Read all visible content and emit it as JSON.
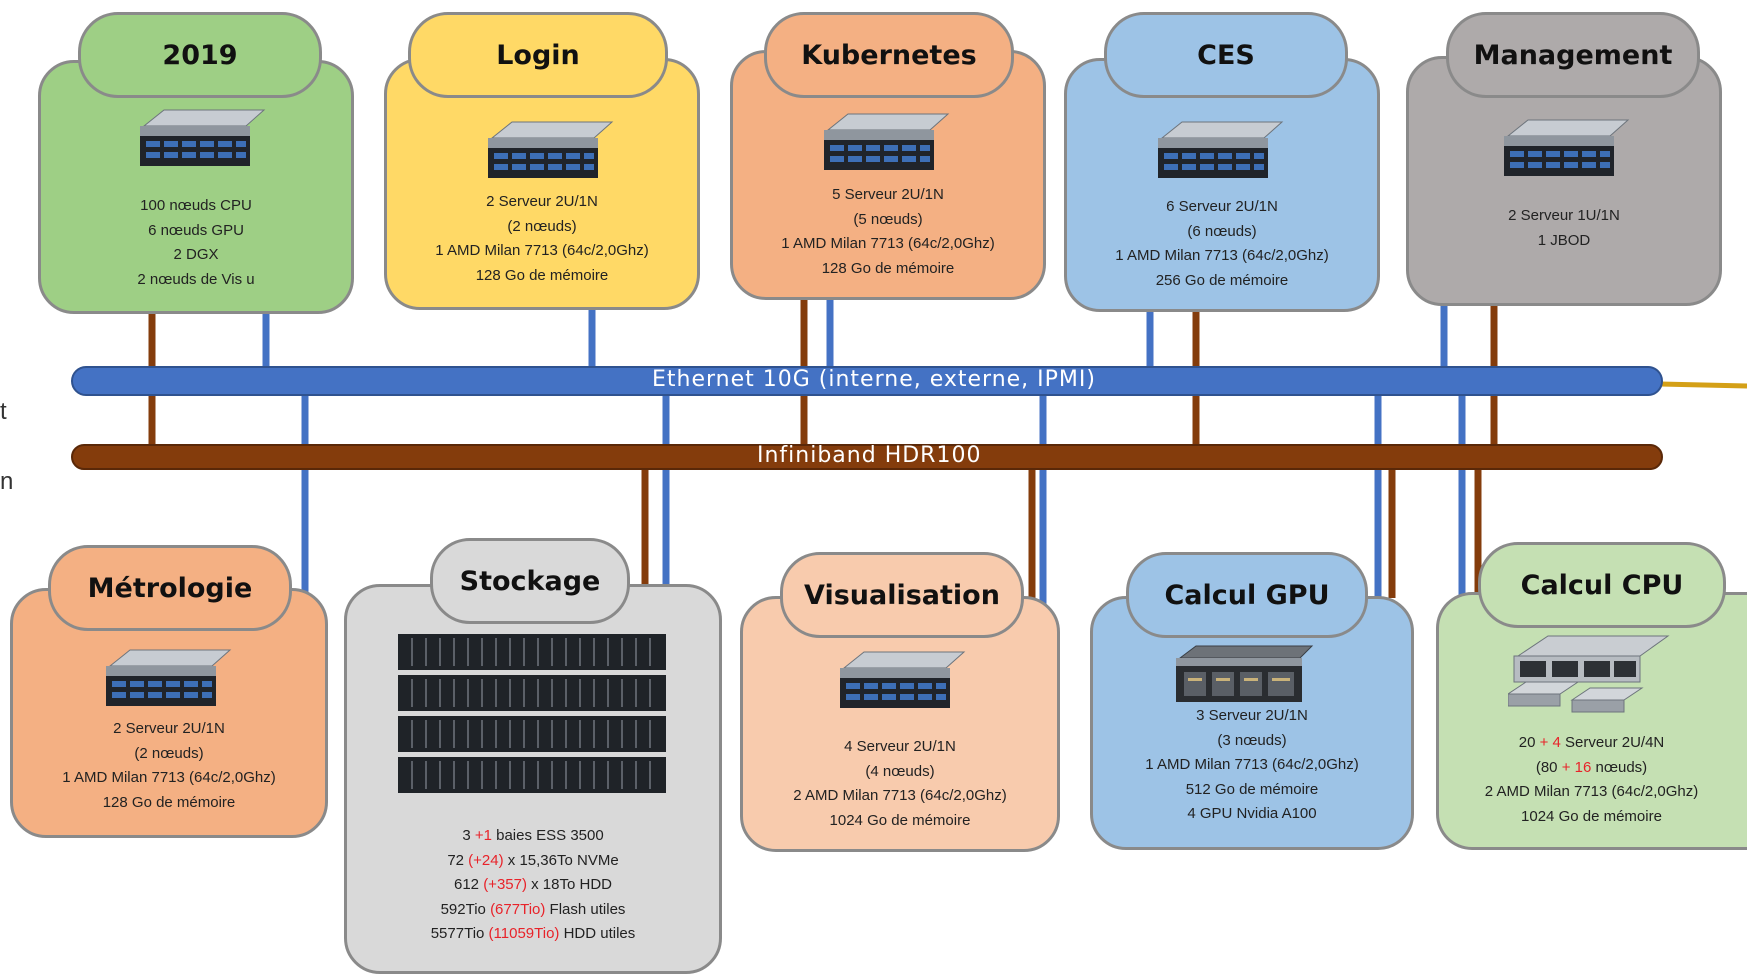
{
  "colors": {
    "green": "#9ecf85",
    "yellow": "#ffd966",
    "orange": "#f4b083",
    "blue": "#9dc3e6",
    "gray": "#aeaaaa",
    "light_orange": "#f8cbad",
    "light_gray": "#d9d9d9",
    "light_green": "#c5e0b3",
    "ethernet": "#4472c4",
    "infiniband": "#843c0c",
    "external_link": "#d4a017"
  },
  "buses": {
    "ethernet_label": "Ethernet 10G (interne, externe, IPMI)",
    "infiniband_label": "Infiniband HDR100"
  },
  "edge_letters": [
    "t",
    "n"
  ],
  "groups": {
    "g2019": {
      "title": "2019",
      "lines": [
        "100 nœuds CPU",
        "6 nœuds GPU",
        "2 DGX",
        "2 nœuds de Vis u"
      ]
    },
    "login": {
      "title": "Login",
      "lines": [
        "2 Serveur 2U/1N",
        "(2 nœuds)",
        "1 AMD Milan 7713 (64c/2,0Ghz)",
        "128 Go de mémoire"
      ]
    },
    "kubernetes": {
      "title": "Kubernetes",
      "lines": [
        "5 Serveur 2U/1N",
        "(5 nœuds)",
        "1 AMD Milan 7713 (64c/2,0Ghz)",
        "128 Go de mémoire"
      ]
    },
    "ces": {
      "title": "CES",
      "lines": [
        "6 Serveur 2U/1N",
        "(6 nœuds)",
        "1 AMD Milan 7713 (64c/2,0Ghz)",
        "256 Go de mémoire"
      ]
    },
    "management": {
      "title": "Management",
      "lines": [
        "2 Serveur 1U/1N",
        "1 JBOD"
      ]
    },
    "metrologie": {
      "title": "Métrologie",
      "lines": [
        "2 Serveur 2U/1N",
        "(2 nœuds)",
        "1 AMD Milan 7713 (64c/2,0Ghz)",
        "128 Go de mémoire"
      ]
    },
    "stockage": {
      "title": "Stockage",
      "l1": {
        "a": "3 ",
        "r": "+1",
        "b": " baies ESS 3500"
      },
      "l2": {
        "a": "72 ",
        "r": "(+24)",
        "b": " x 15,36To  NVMe"
      },
      "l3": {
        "a": "612 ",
        "r": "(+357)",
        "b": " x 18To HDD"
      },
      "l4": {
        "a": "592Tio ",
        "r": "(677Tio)",
        "b": "  Flash utiles"
      },
      "l5": {
        "a": "5577Tio ",
        "r": "(11059Tio)",
        "b": "  HDD utiles"
      }
    },
    "visualisation": {
      "title": "Visualisation",
      "lines": [
        "4 Serveur 2U/1N",
        "(4 nœuds)",
        "2 AMD Milan 7713 (64c/2,0Ghz)",
        "1024 Go de mémoire"
      ]
    },
    "calcul_gpu": {
      "title": "Calcul GPU",
      "lines": [
        "3 Serveur 2U/1N",
        "(3 nœuds)",
        "1 AMD Milan 7713 (64c/2,0Ghz)",
        "512 Go de mémoire",
        "4 GPU Nvidia A100"
      ]
    },
    "calcul_cpu": {
      "title": "Calcul CPU",
      "l1": {
        "a": "20 ",
        "r": "+ 4",
        "b": " Serveur 2U/4N"
      },
      "l2": {
        "a": "(80 ",
        "r": "+ 16",
        "b": " nœuds)"
      },
      "l3": "2 AMD Milan 7713 (64c/2,0Ghz)",
      "l4": "1024 Go de mémoire"
    }
  }
}
